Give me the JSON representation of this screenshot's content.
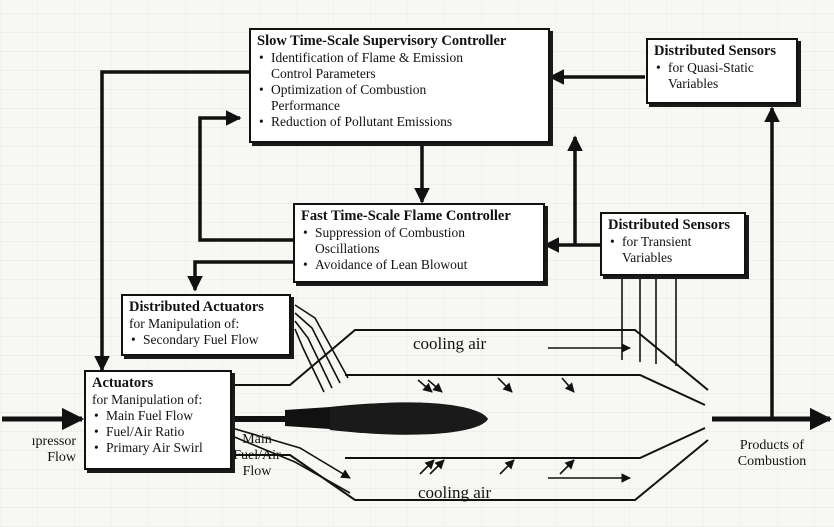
{
  "supervisory": {
    "title": "Slow Time-Scale Supervisory Controller",
    "items": [
      "Identification of Flame & Emission",
      "Control Parameters",
      "Optimization of Combustion",
      "Performance",
      "Reduction of Pollutant Emissions"
    ]
  },
  "sensors_quasi": {
    "title": "Distributed Sensors",
    "items": [
      "for Quasi-Static",
      "Variables"
    ]
  },
  "flame_controller": {
    "title": "Fast Time-Scale Flame Controller",
    "items": [
      "Suppression of Combustion",
      "Oscillations",
      "Avoidance of Lean Blowout"
    ]
  },
  "sensors_transient": {
    "title": "Distributed Sensors",
    "items": [
      "for Transient",
      "Variables"
    ]
  },
  "dist_actuators": {
    "title": "Distributed Actuators",
    "subtitle": "for Manipulation of:",
    "items": [
      "Secondary Fuel Flow"
    ]
  },
  "actuators": {
    "title": "Actuators",
    "subtitle": "for Manipulation of:",
    "items": [
      "Main Fuel Flow",
      "Fuel/Air Ratio",
      "Primary Air Swirl"
    ]
  },
  "labels": {
    "cooling_air_top": "cooling air",
    "cooling_air_bottom": "cooling air",
    "main_flow": [
      "Main",
      "Fuel/Air",
      "Flow"
    ],
    "compressor": [
      "ıpressor",
      "Flow"
    ],
    "products": [
      "Products of",
      "Combustion"
    ]
  }
}
